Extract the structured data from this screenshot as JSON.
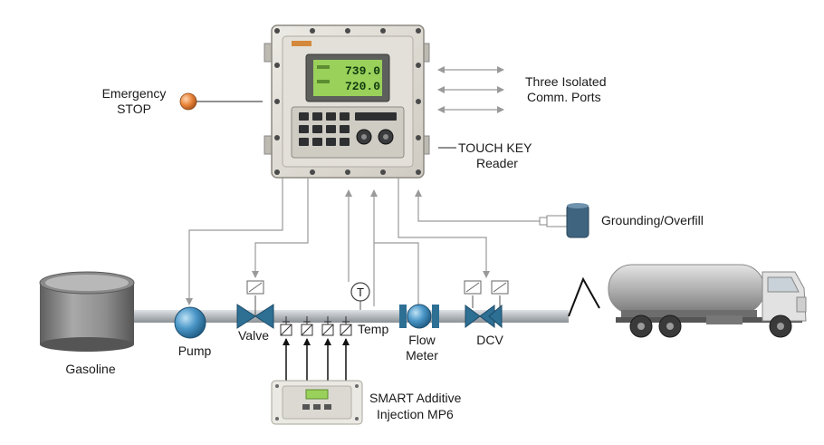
{
  "labels": {
    "emergency_stop": [
      "Emergency",
      "STOP"
    ],
    "comm_ports": [
      "Three Isolated",
      "Comm. Ports"
    ],
    "touch_key": [
      "TOUCH KEY",
      "Reader"
    ],
    "grounding": "Grounding/Overfill",
    "gasoline": "Gasoline",
    "pump": "Pump",
    "valve": "Valve",
    "temp": "Temp",
    "temp_symbol": "T",
    "flow_meter": [
      "Flow",
      "Meter"
    ],
    "dcv": "DCV",
    "smart_additive": [
      "SMART Additive",
      "Injection MP6"
    ]
  },
  "controller_display": {
    "line1": "739.0",
    "line2": "720.0"
  },
  "colors": {
    "pipe": "#a8adb3",
    "valve": "#2e6f94",
    "pump": "#3b86b8",
    "estop": "#e8843a",
    "tank": "#7e7e7e",
    "arrow": "#9a9a9a",
    "lcd": "#9ad15a"
  }
}
